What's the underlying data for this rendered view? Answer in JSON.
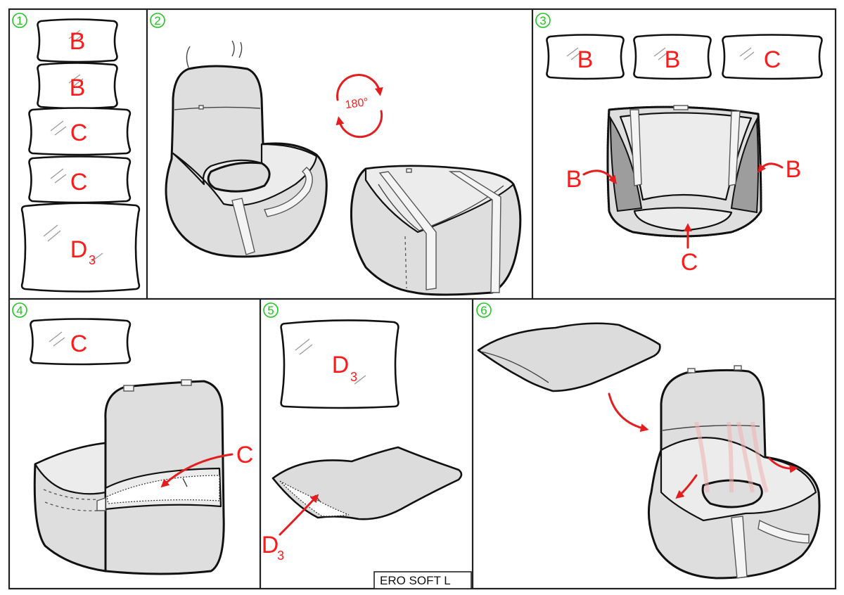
{
  "steps": [
    "1",
    "2",
    "3",
    "4",
    "5",
    "6"
  ],
  "pillow_labels": {
    "p1_b1": "B",
    "p1_b2": "B",
    "p1_c1": "C",
    "p1_c2": "C",
    "p1_d": "D",
    "p1_d_sub": "3",
    "p3_b1": "B",
    "p3_b2": "B",
    "p3_c": "C",
    "p4_c": "C",
    "p5_d": "D",
    "p5_d_sub": "3"
  },
  "rotation_label": "180°",
  "callouts": {
    "p3_left": "B",
    "p3_right": "B",
    "p3_bottom": "C",
    "p4_zip": "C",
    "p5_insert": "D",
    "p5_insert_sub": "3"
  },
  "product_name": "ERO SOFT L",
  "colors": {
    "accent_red": "#ff1a1a",
    "step_green": "#1ec81e",
    "fabric_gray": "#dedede"
  }
}
